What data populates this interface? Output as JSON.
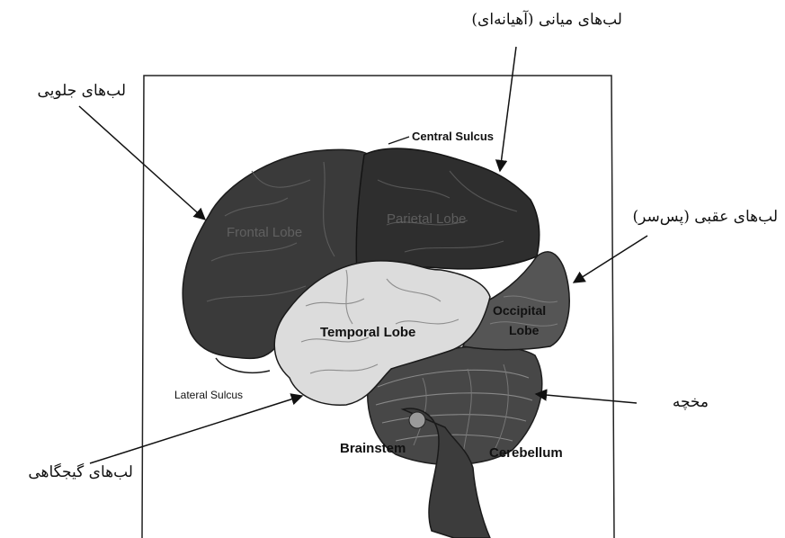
{
  "labels_fa": {
    "parietal": "لب‌های میانی (آهیانه‌ای)",
    "frontal": "لب‌های جلویی",
    "occipital": "لب‌های عقبی (پس‌سر)",
    "cerebellum": "مخچه",
    "temporal": "لب‌های گیجگاهی"
  },
  "labels_en": {
    "central_sulcus": "Central Sulcus",
    "frontal_lobe": "Frontal Lobe",
    "parietal_lobe": "Parietal Lobe",
    "temporal_lobe": "Temporal Lobe",
    "occipital_lobe_1": "Occipital",
    "occipital_lobe_2": "Lobe",
    "lateral_sulcus": "Lateral Sulcus",
    "brainstem": "Brainstem",
    "cerebellum": "Cerebellum"
  },
  "colors": {
    "frontal": "#3a3a3a",
    "parietal": "#2e2e2e",
    "occipital": "#555555",
    "temporal": "#dcdcdc",
    "cerebellum": "#474747",
    "brainstem": "#3c3c3c"
  }
}
